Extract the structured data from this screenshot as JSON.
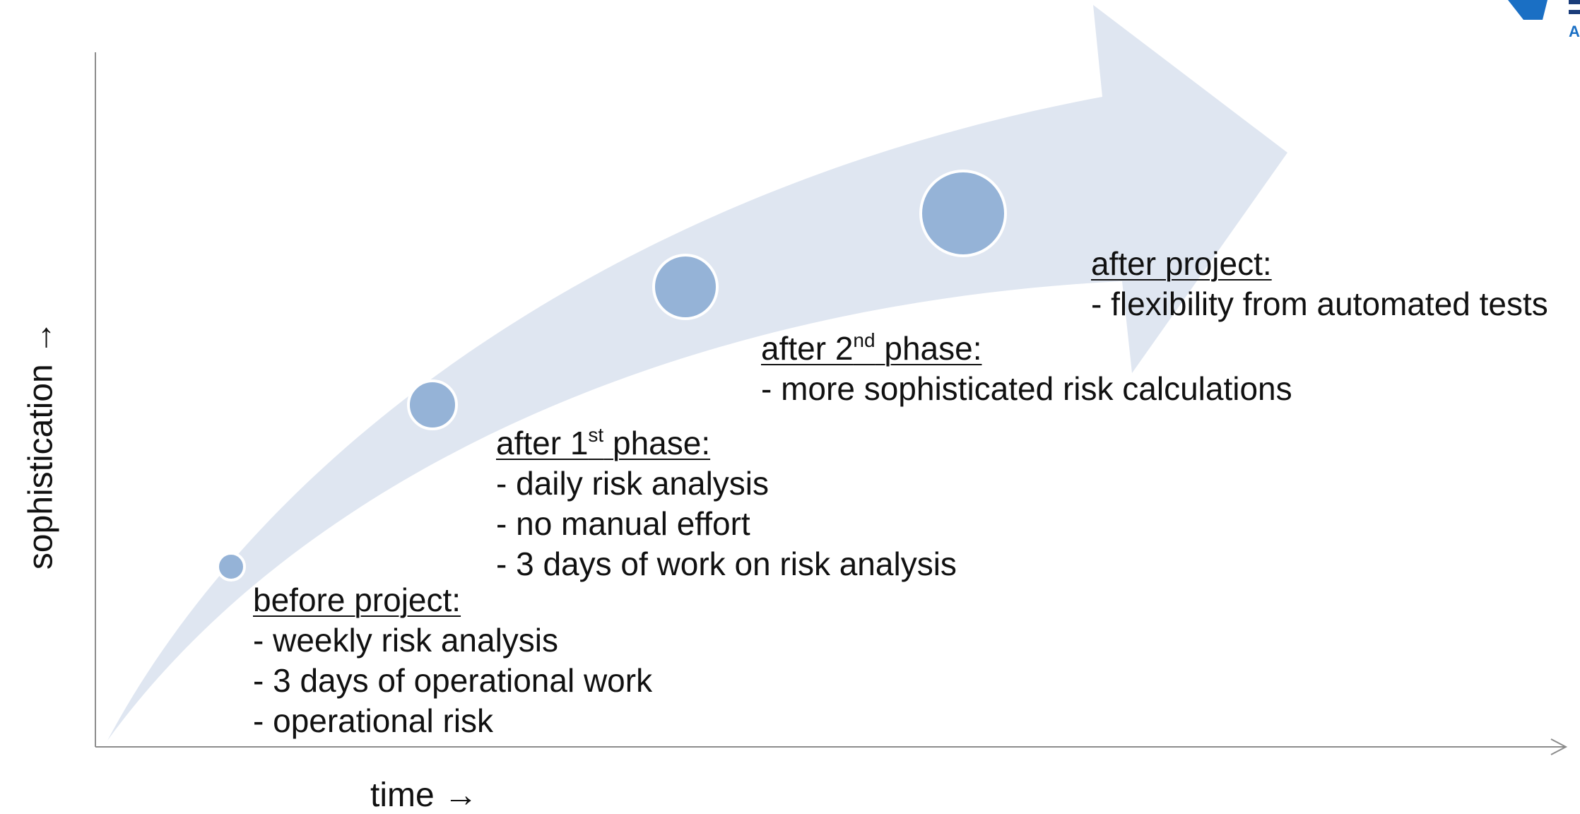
{
  "axes": {
    "x_label": "time →",
    "y_label": "sophistication →"
  },
  "colors": {
    "arrow_fill": "#dfe6f1",
    "milestone_fill": "#95b3d7",
    "milestone_stroke": "#ffffff",
    "axis": "#8c8c8c",
    "text": "#111111",
    "logo_blue": "#1a6fc4"
  },
  "stages": [
    {
      "heading": "before project:",
      "items": [
        "weekly risk analysis",
        "3 days of operational work",
        "operational risk"
      ]
    },
    {
      "heading_main": "after 1",
      "heading_sup": "st",
      "heading_tail": " phase:",
      "items": [
        "daily risk analysis",
        "no manual effort",
        "3 days of work on risk analysis"
      ]
    },
    {
      "heading_main": "after 2",
      "heading_sup": "nd",
      "heading_tail": " phase:",
      "items": [
        "more sophisticated risk calculations"
      ]
    },
    {
      "heading": "after project:",
      "items": [
        "flexibility from automated tests"
      ]
    }
  ],
  "logo": {
    "icon": "company-logo",
    "partial_text": "A"
  }
}
